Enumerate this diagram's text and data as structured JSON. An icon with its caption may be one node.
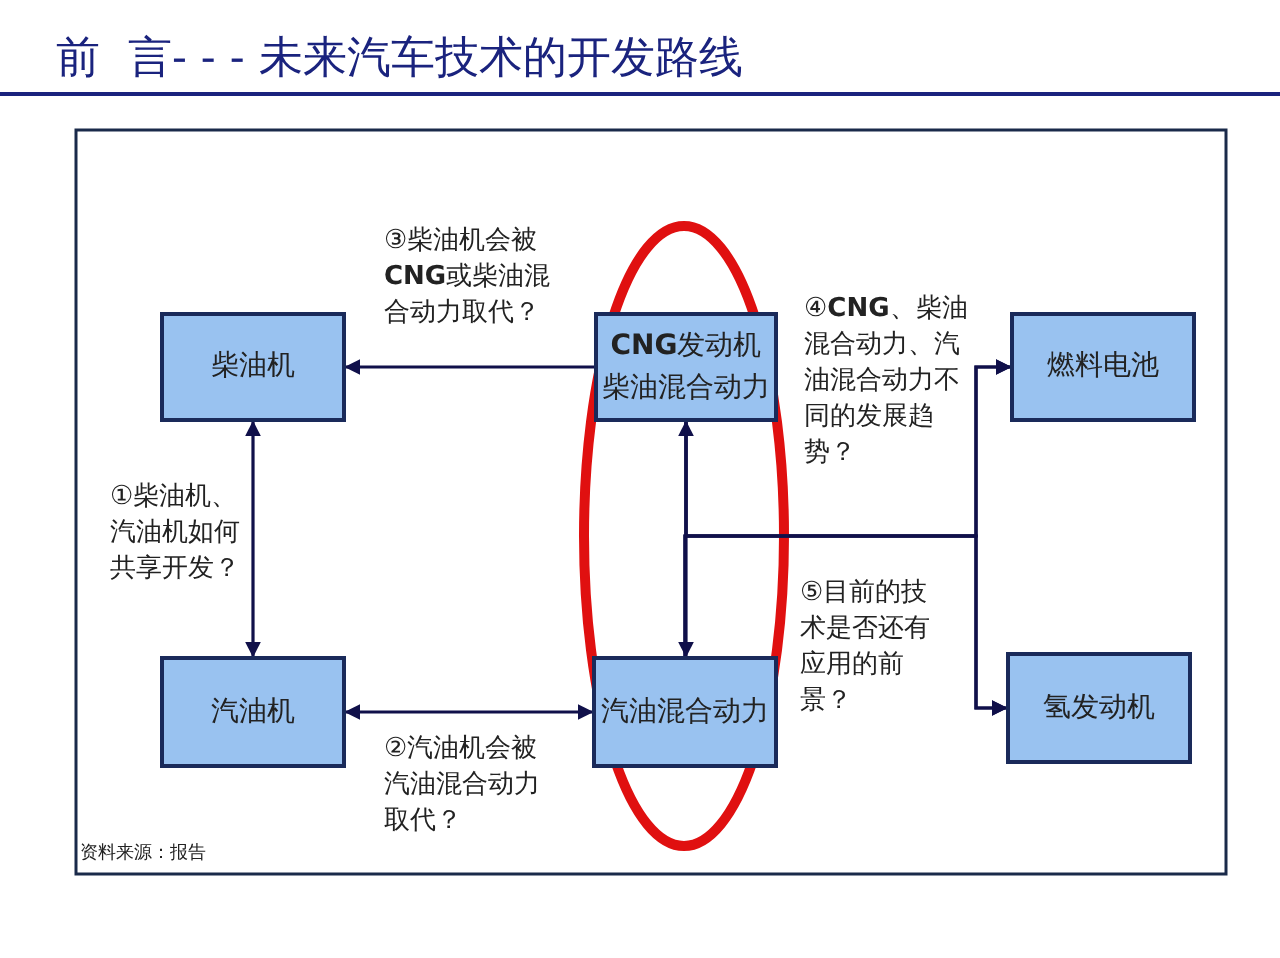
{
  "diagram": {
    "title": "前  言- - - 未来汽车技术的开发路线",
    "nodes": [
      {
        "text": [
          "柴油机"
        ]
      },
      {
        "text": [
          "汽油机"
        ]
      },
      {
        "text": [
          "**CNG**发动机",
          "柴油混合动力"
        ]
      },
      {
        "text": [
          "汽油混合动力"
        ]
      },
      {
        "text": [
          "燃料电池"
        ]
      },
      {
        "text": [
          "氢发动机"
        ]
      }
    ],
    "edges": [
      {
        "from": 2,
        "to": 0,
        "arrow": "to"
      },
      {
        "from": 0,
        "to": 1,
        "arrow": "both"
      },
      {
        "from": 3,
        "to": 1,
        "arrow": "both"
      },
      {
        "from": 2,
        "to": 3,
        "arrow": "both"
      },
      {
        "from": 2,
        "to": 4,
        "arrow": "to"
      },
      {
        "from": 2,
        "to": 5,
        "arrow": "to"
      },
      {
        "from": 3,
        "to": 4,
        "arrow": "to"
      },
      {
        "from": 3,
        "to": 5,
        "arrow": "to"
      }
    ],
    "labels": [
      "③柴油机会被**CNG**或柴油混合动力取代？",
      "④**CNG**、柴油混合动力、汽油混合动力不同的发展趋势？",
      "①柴油机、汽油机如何共享开发？",
      "⑤目前的技术是否还有应用的前景？",
      "②汽油机会被汽油混合动力取代？",
      "资料来源：报告"
    ]
  }
}
